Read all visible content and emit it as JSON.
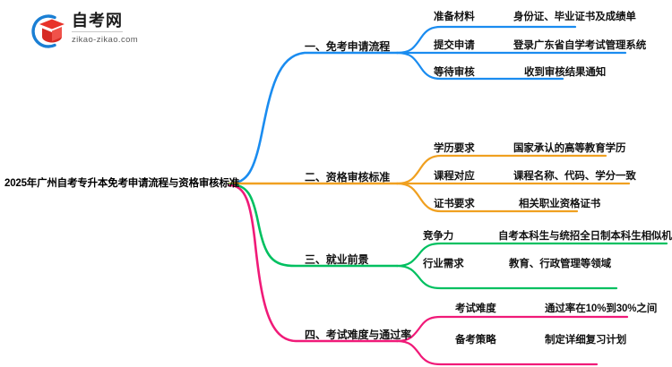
{
  "logo": {
    "title": "自考网",
    "url": "zikao-zikao.com",
    "mark_icon": "graduation-cap-icon",
    "arc_color": "#1a7fd4",
    "cap_color": "#e8322a"
  },
  "mindmap": {
    "root": {
      "label": "2025年广州自考专升本免考申请流程与资格审核标准"
    },
    "branches": [
      {
        "label": "一、免考申请流程",
        "color": "#1a8cf0",
        "children": [
          {
            "label": "准备材料",
            "detail": "身份证、毕业证书及成绩单"
          },
          {
            "label": "提交申请",
            "detail": "登录广东省自学考试管理系统"
          },
          {
            "label": "等待审核",
            "detail": "收到审核结果通知"
          }
        ]
      },
      {
        "label": "二、资格审核标准",
        "color": "#f0a020",
        "children": [
          {
            "label": "学历要求",
            "detail": "国家承认的高等教育学历"
          },
          {
            "label": "课程对应",
            "detail": "课程名称、代码、学分一致"
          },
          {
            "label": "证书要求",
            "detail": "相关职业资格证书"
          }
        ]
      },
      {
        "label": "三、就业前景",
        "color": "#00c060",
        "children": [
          {
            "label": "竞争力",
            "detail": "自考本科生与统招全日制本科生相似机会"
          },
          {
            "label": "行业需求",
            "detail": "教育、行政管理等领域"
          }
        ]
      },
      {
        "label": "四、考试难度与通过率",
        "color": "#f01a78",
        "children": [
          {
            "label": "考试难度",
            "detail": "通过率在10%到30%之间"
          },
          {
            "label": "备考策略",
            "detail": "制定详细复习计划"
          }
        ]
      }
    ]
  }
}
